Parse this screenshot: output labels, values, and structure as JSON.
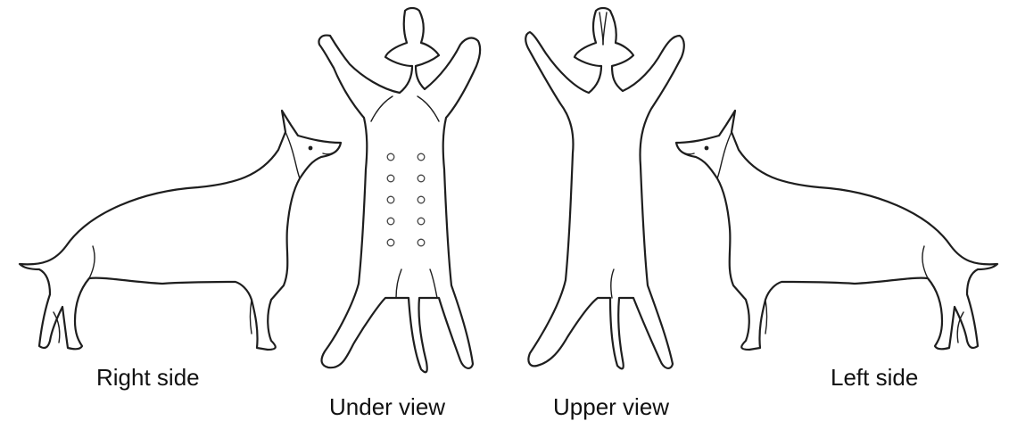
{
  "labels": {
    "right_side": "Right side",
    "under_view": "Under view",
    "upper_view": "Upper view",
    "left_side": "Left side"
  }
}
